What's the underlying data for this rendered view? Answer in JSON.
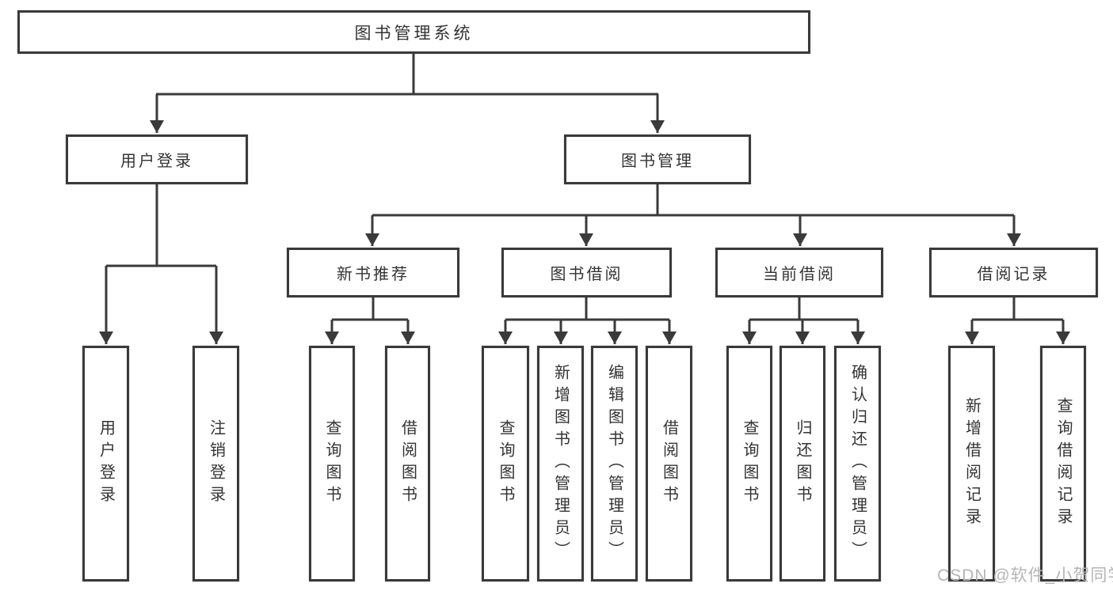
{
  "diagram": {
    "title": "图书管理系统",
    "watermark": "CSDN @软件_小贺同学",
    "colors": {
      "line": "#3a3a3a",
      "text": "#333333",
      "box_fill": "#ffffff",
      "watermark": "#b5b5b5",
      "background": "#ffffff"
    },
    "tree": {
      "label": "图书管理系统",
      "children": [
        {
          "label": "用户登录",
          "children": [
            {
              "label": "用户登录"
            },
            {
              "label": "注销登录"
            }
          ]
        },
        {
          "label": "图书管理",
          "children": [
            {
              "label": "新书推荐",
              "children": [
                {
                  "label": "查询图书"
                },
                {
                  "label": "借阅图书"
                }
              ]
            },
            {
              "label": "图书借阅",
              "children": [
                {
                  "label": "查询图书"
                },
                {
                  "label": "新增图书（管理员）"
                },
                {
                  "label": "编辑图书（管理员）"
                },
                {
                  "label": "借阅图书"
                }
              ]
            },
            {
              "label": "当前借阅",
              "children": [
                {
                  "label": "查询图书"
                },
                {
                  "label": "归还图书"
                },
                {
                  "label": "确认归还（管理员）"
                }
              ]
            },
            {
              "label": "借阅记录",
              "children": [
                {
                  "label": "新增借阅记录"
                },
                {
                  "label": "查询借阅记录"
                }
              ]
            }
          ]
        }
      ]
    }
  }
}
